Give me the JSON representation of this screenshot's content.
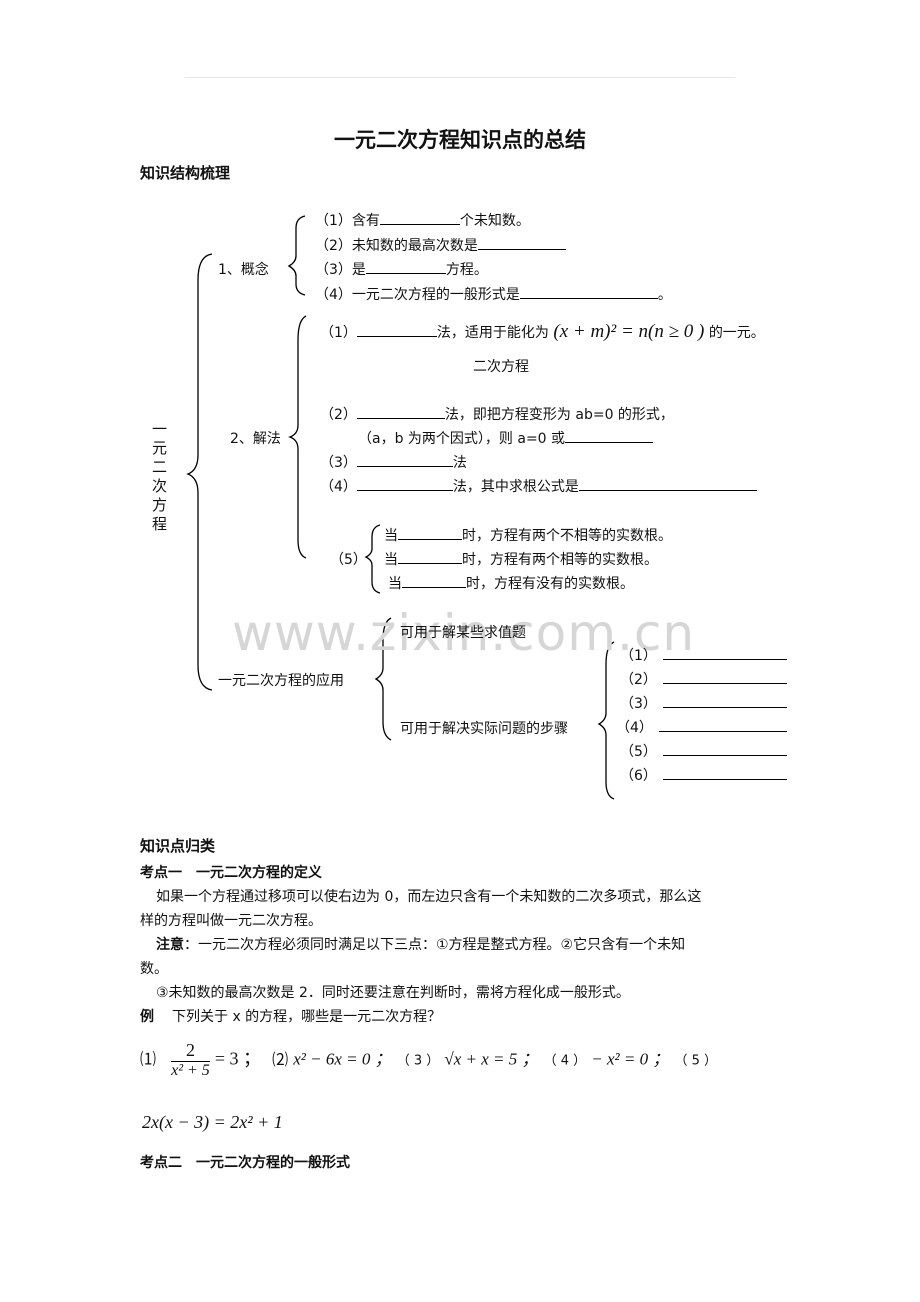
{
  "title": "一元二次方程知识点的总结",
  "section1": "知识结构梳理",
  "center_label": "一元二次方程",
  "concept": {
    "label": "1、概念",
    "item1a": "（1）含有",
    "item1b": "个未知数。",
    "item2": "（2）未知数的最高次数是",
    "item3a": "（3）是",
    "item3b": "方程。",
    "item4a": "（4）一元二次方程的一般形式是",
    "item4b": "。"
  },
  "methods": {
    "label": "2、解法",
    "m1a": "（1）",
    "m1b": "法，适用于能化为",
    "m1c": "的一元。",
    "m1_formula": "(x + m)² = n(n ≥ 0 )",
    "m1d": "二次方程",
    "m2a": "（2）",
    "m2b": "法，即把方程变形为 ab=0 的形式，",
    "m2c": "（a，b 为两个因式），则 a=0 或",
    "m3a": "（3）",
    "m3b": "法",
    "m4a": "（4）",
    "m4b": "法，其中求根公式是",
    "m5_label": "（5）",
    "m5_1a": "当",
    "m5_1b": "时，方程有两个不相等的实数根。",
    "m5_2a": "当",
    "m5_2b": "时，方程有两个相等的实数根。",
    "m5_3a": "当",
    "m5_3b": "时，方程有没有的实数根。"
  },
  "application": {
    "label": "一元二次方程的应用",
    "a1": "可用于解某些求值题",
    "a2": "可用于解决实际问题的步骤",
    "steps": [
      "（1）",
      "（2）",
      "（3）",
      "（4）",
      "（5）",
      "（6）"
    ]
  },
  "watermark": "www.zixin.com.cn",
  "section2": "知识点归类",
  "kp1": {
    "title": "考点一　一元二次方程的定义",
    "p1": "如果一个方程通过移项可以使右边为 0，而左边只含有一个未知数的二次多项式，那么这",
    "p2": "样的方程叫做一元二次方程。",
    "note_label": "注意",
    "note": "：一元二次方程必须同时满足以下三点：①方程是整式方程。②它只含有一个未知",
    "note2": "数。",
    "note3": "③未知数的最高次数是 2．同时还要注意在判断时，需将方程化成一般形式。",
    "example_label": "例",
    "example": "下列关于 x 的方程，哪些是一元二次方程？",
    "e1": "⑴",
    "e1_num": "2",
    "e1_den": "x² + 5",
    "e1_rhs": "= 3 ；",
    "e2": "⑵",
    "e2_expr": "x² − 6x = 0 ；",
    "e3": "（ 3 ）",
    "e3_expr": "√x + x = 5 ；",
    "e4": "（ 4 ）",
    "e4_expr": "− x² = 0 ；",
    "e5": "（ 5 ）",
    "e5_expr": "2x(x − 3) = 2x² + 1"
  },
  "kp2": {
    "title": "考点二　一元二次方程的一般形式"
  }
}
